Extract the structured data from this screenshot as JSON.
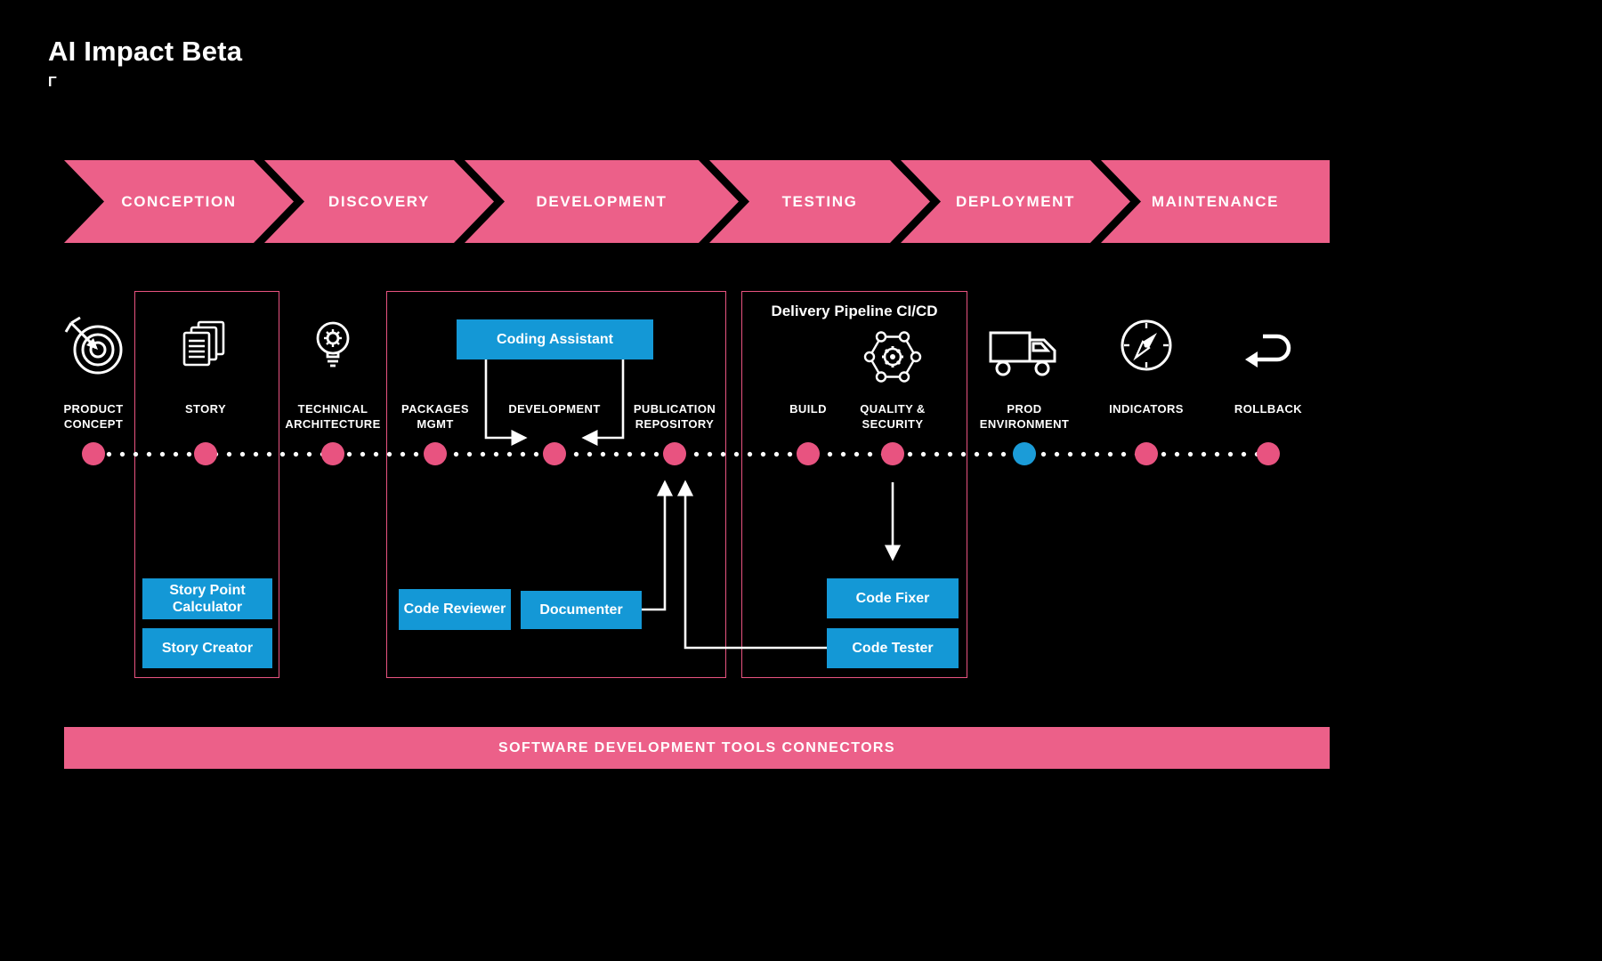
{
  "title": "AI Impact Beta",
  "title_glyph": "Γ",
  "colors": {
    "pink_banner": "#EC6089",
    "dot_pink": "#E85380",
    "blue": "#1498D6",
    "dot_blue": "#1B9CD8",
    "background": "#000000"
  },
  "phases": [
    {
      "label": "CONCEPTION"
    },
    {
      "label": "DISCOVERY"
    },
    {
      "label": "DEVELOPMENT"
    },
    {
      "label": "TESTING"
    },
    {
      "label": "DEPLOYMENT"
    },
    {
      "label": "MAINTENANCE"
    }
  ],
  "stages": [
    {
      "label": "PRODUCT CONCEPT",
      "icon": "target-icon",
      "dot": "pink"
    },
    {
      "label": "STORY",
      "icon": "documents-icon",
      "dot": "pink"
    },
    {
      "label": "TECHNICAL ARCHITECTURE",
      "icon": "bulb-gear-icon",
      "dot": "pink"
    },
    {
      "label": "PACKAGES MGMT",
      "dot": "pink"
    },
    {
      "label": "DEVELOPMENT",
      "dot": "pink"
    },
    {
      "label": "PUBLICATION REPOSITORY",
      "dot": "pink"
    },
    {
      "label": "BUILD",
      "dot": "pink"
    },
    {
      "label": "QUALITY & SECURITY",
      "icon": "hexagon-gear-icon",
      "dot": "pink"
    },
    {
      "label": "PROD ENVIRONMENT",
      "icon": "truck-icon",
      "dot": "blue"
    },
    {
      "label": "INDICATORS",
      "icon": "compass-icon",
      "dot": "pink"
    },
    {
      "label": "ROLLBACK",
      "icon": "rollback-icon",
      "dot": "pink"
    }
  ],
  "pipeline_box_title": "Delivery Pipeline CI/CD",
  "tools": {
    "coding_assistant": "Coding Assistant",
    "story_point_calculator": "Story Point Calculator",
    "story_creator": "Story Creator",
    "code_reviewer": "Code Reviewer",
    "documenter": "Documenter",
    "code_fixer": "Code Fixer",
    "code_tester": "Code Tester"
  },
  "footer_label": "SOFTWARE DEVELOPMENT TOOLS CONNECTORS"
}
